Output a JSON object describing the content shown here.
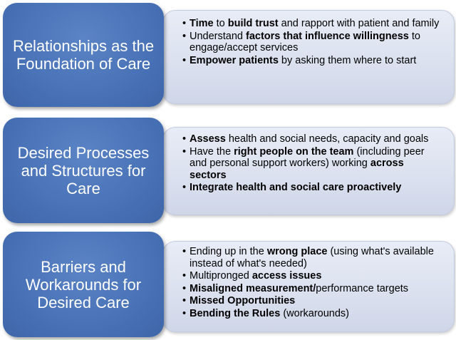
{
  "sections": [
    {
      "title": "Relationships as the Foundation of Care",
      "bullets": [
        [
          {
            "t": "Time",
            "b": true
          },
          {
            "t": " to ",
            "b": false
          },
          {
            "t": "build trust",
            "b": true
          },
          {
            "t": " and rapport with patient and family",
            "b": false
          }
        ],
        [
          {
            "t": "Understand ",
            "b": false
          },
          {
            "t": "factors that influence willingness",
            "b": true
          },
          {
            "t": " to engage/accept services",
            "b": false
          }
        ],
        [
          {
            "t": "Empower patients",
            "b": true
          },
          {
            "t": " by asking them where to start",
            "b": false
          }
        ]
      ]
    },
    {
      "title": "Desired Processes and Structures for Care",
      "bullets": [
        [
          {
            "t": "Assess",
            "b": true
          },
          {
            "t": " health and social needs, capacity and goals",
            "b": false
          }
        ],
        [
          {
            "t": "Have the ",
            "b": false
          },
          {
            "t": "right people on the team",
            "b": true
          },
          {
            "t": " (including peer and personal support workers) working ",
            "b": false
          },
          {
            "t": "across sectors",
            "b": true
          }
        ],
        [
          {
            "t": "Integrate health and social care proactively",
            "b": true
          }
        ]
      ]
    },
    {
      "title": "Barriers and Workarounds for Desired Care",
      "bullets": [
        [
          {
            "t": "Ending up in the ",
            "b": false
          },
          {
            "t": "wrong place",
            "b": true
          },
          {
            "t": " (using what's available instead of what's needed)",
            "b": false
          }
        ],
        [
          {
            "t": "Multipronged ",
            "b": false
          },
          {
            "t": "access issues",
            "b": true
          }
        ],
        [
          {
            "t": "Misaligned measurement/",
            "b": true
          },
          {
            "t": "performance targets",
            "b": false
          }
        ],
        [
          {
            "t": "Missed Opportunities",
            "b": true
          }
        ],
        [
          {
            "t": "Bending the Rules",
            "b": true
          },
          {
            "t": " (workarounds)",
            "b": false
          }
        ]
      ]
    }
  ]
}
